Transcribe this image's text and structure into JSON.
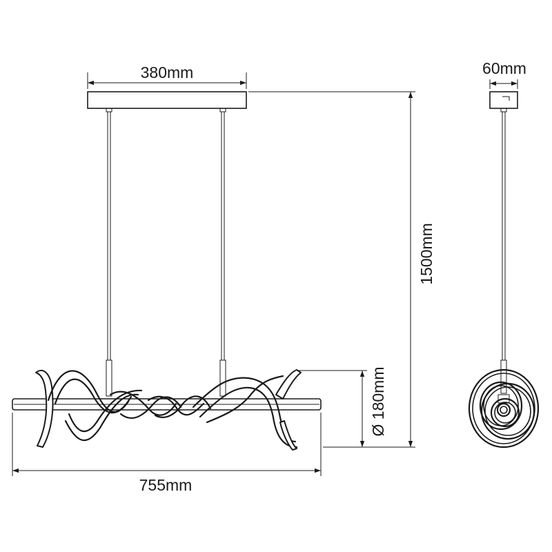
{
  "dimensions": {
    "canopy_width": "380mm",
    "depth": "60mm",
    "total_height": "1500mm",
    "diameter": "Ø 180mm",
    "length": "755mm"
  }
}
